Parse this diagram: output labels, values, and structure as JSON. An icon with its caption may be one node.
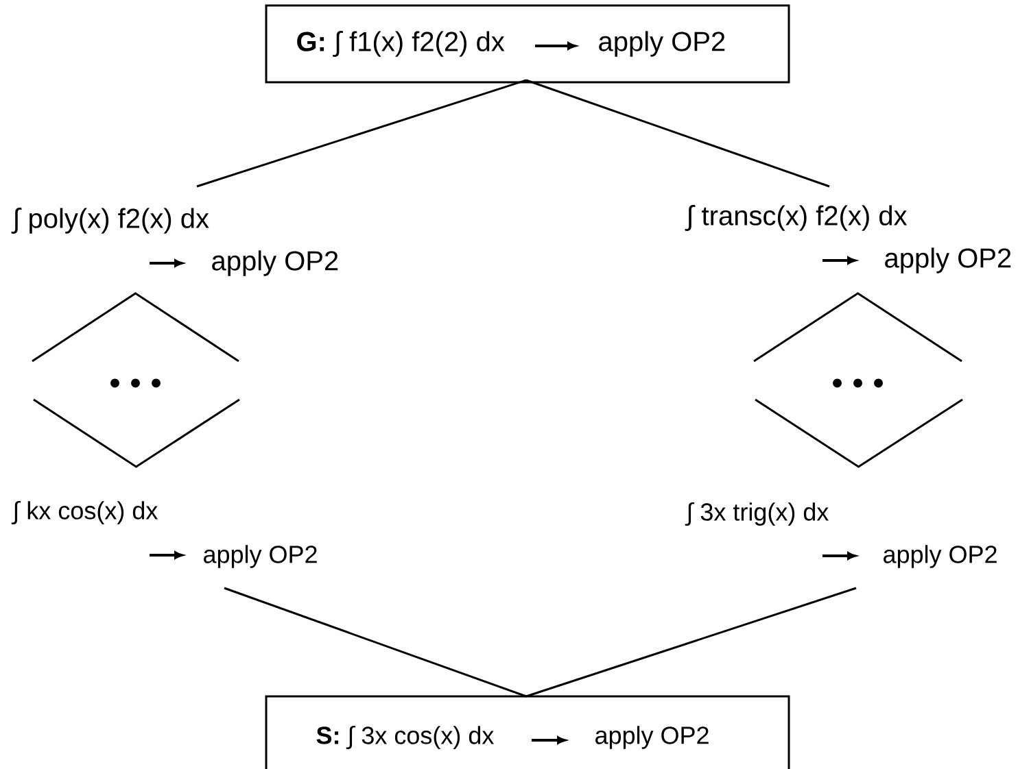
{
  "diagram": {
    "nodes": [
      {
        "text": [
          "**G:** ∫ f1(x) f2(2) dx",
          "apply OP2"
        ]
      },
      {
        "text": [
          "∫ poly(x) f2(x) dx",
          "apply OP2"
        ]
      },
      {
        "text": [
          "∫ transc(x) f2(x) dx",
          "apply OP2"
        ]
      },
      {
        "text": [],
        "shape": "diamond"
      },
      {
        "text": [],
        "shape": "diamond"
      },
      {
        "text": [
          "∫ kx cos(x) dx",
          "apply OP2"
        ]
      },
      {
        "text": [
          "∫ 3x trig(x) dx",
          "apply OP2"
        ]
      },
      {
        "text": [
          "**S:** ∫ 3x cos(x) dx",
          "apply OP2"
        ]
      }
    ],
    "edges": [
      {
        "from": 0,
        "to": 1,
        "arrow": "none"
      },
      {
        "from": 0,
        "to": 2,
        "arrow": "none"
      },
      {
        "from": 5,
        "to": 7,
        "arrow": "none"
      },
      {
        "from": 6,
        "to": 7,
        "arrow": "none"
      }
    ]
  }
}
